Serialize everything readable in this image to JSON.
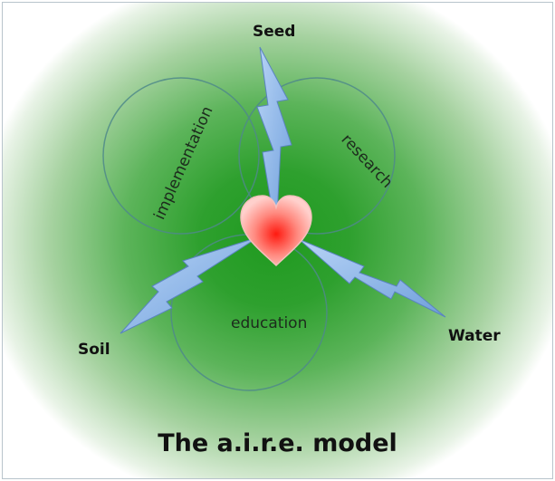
{
  "title": "The a.i.r.e. model",
  "circles": {
    "implementation": "implementation",
    "research": "research",
    "education": "education"
  },
  "inputs": {
    "seed": "Seed",
    "soil": "Soil",
    "water": "Water"
  },
  "colors": {
    "green": "#2ea02e",
    "bolt": "#8fb8ea",
    "heart": "#ff3b30"
  }
}
